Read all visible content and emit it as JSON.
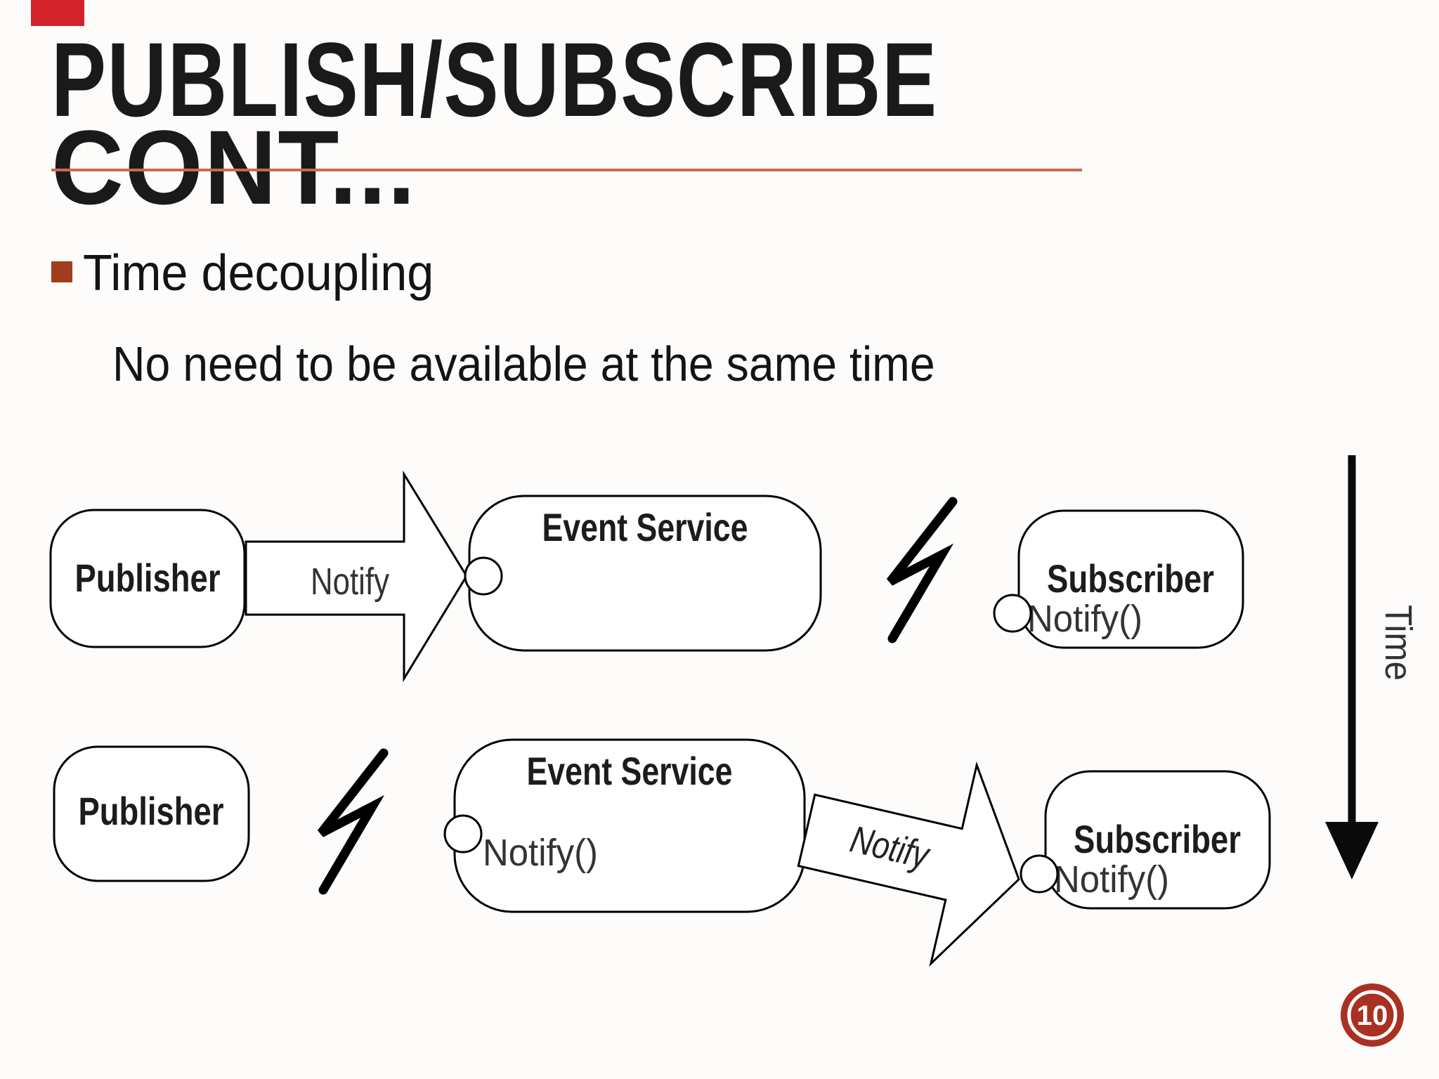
{
  "slide": {
    "title_line1": "PUBLISH/SUBSCRIBE",
    "title_line2": "CONT...",
    "bullet": "Time decoupling",
    "sub_bullet": "No need to be available at the same time",
    "page_number": "10"
  },
  "diagram": {
    "time_label": "Time",
    "row1": {
      "publisher": "Publisher",
      "notify": "Notify",
      "event_service": "Event Service",
      "subscriber": "Subscriber",
      "subscriber_method": "Notify()"
    },
    "row2": {
      "publisher": "Publisher",
      "event_service": "Event Service",
      "event_service_method": "Notify()",
      "notify": "Notify",
      "subscriber": "Subscriber",
      "subscriber_method": "Notify()"
    }
  },
  "colors": {
    "corner_mark": "#d2232a",
    "underline": "#c96b4f",
    "accent_bullet": "#a23c1e",
    "badge": "#a93122",
    "badge_ring": "#ffffff"
  }
}
